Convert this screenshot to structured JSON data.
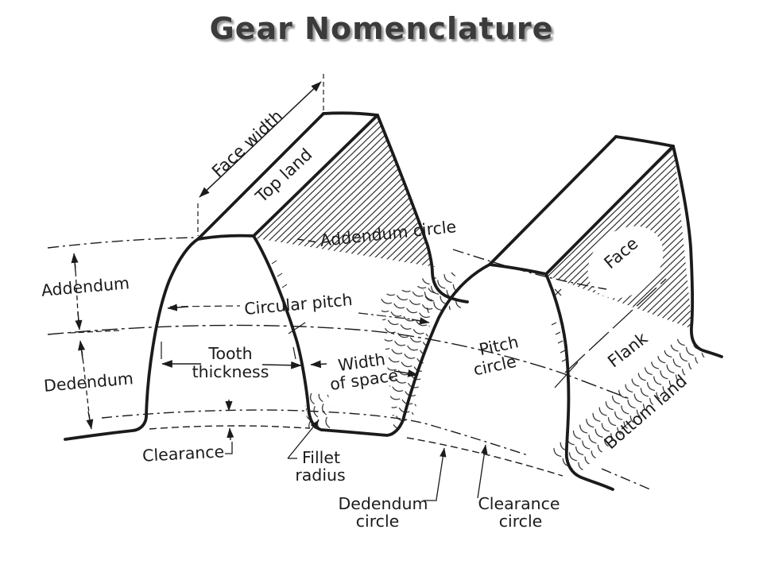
{
  "title": "Gear Nomenclature",
  "labels": {
    "face_width": "Face width",
    "top_land": "Top land",
    "addendum_circle": "Addendum circle",
    "addendum": "Addendum",
    "dedendum": "Dedendum",
    "circular_pitch": "Circular pitch",
    "tooth_thickness": [
      "Tooth",
      "thickness"
    ],
    "width_of_space": [
      "Width",
      "of space"
    ],
    "pitch_circle": [
      "Pitch",
      "circle"
    ],
    "face": "Face",
    "flank": "Flank",
    "bottom_land": "Bottom land",
    "clearance": "Clearance",
    "fillet_radius": [
      "Fillet",
      "radius"
    ],
    "dedendum_circle": [
      "Dedendum",
      "circle"
    ],
    "clearance_circle": [
      "Clearance",
      "circle"
    ]
  },
  "colors": {
    "ink": "#1b1b1b",
    "title_text": "#3b3b3b",
    "title_shadow": "#999999",
    "background": "#ffffff"
  }
}
